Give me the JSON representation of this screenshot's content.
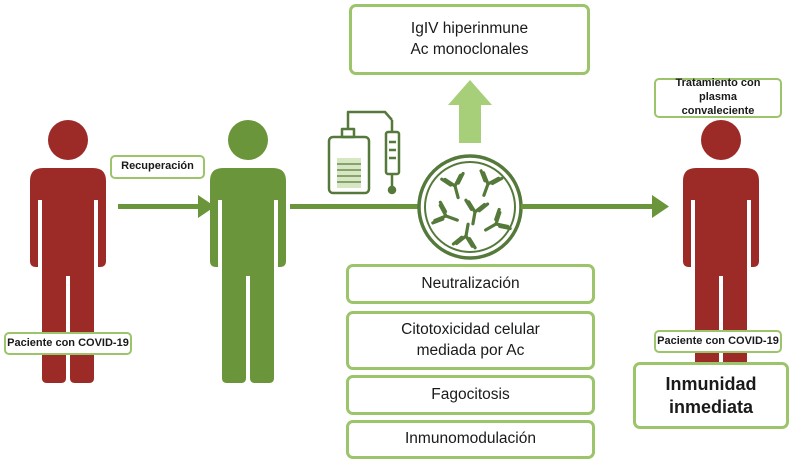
{
  "labels": {
    "recovery": "Recuperación",
    "patient_left": "Paciente con COVID-19",
    "patient_right": "Paciente con COVID-19",
    "plasma_treatment": "Tratamiento con plasma convaleciente",
    "top_box_line1": "IgIV hiperinmune",
    "top_box_line2": "Ac monoclonales",
    "mechanisms": [
      {
        "line1": "Neutralización",
        "line2": ""
      },
      {
        "line1": "Citotoxicidad celular",
        "line2": "mediada por Ac"
      },
      {
        "line1": "Fagocitosis",
        "line2": ""
      },
      {
        "line1": "Inmunomodulación",
        "line2": ""
      }
    ],
    "immunity_line1": "Inmunidad",
    "immunity_line2": "inmediata"
  },
  "colors": {
    "sick": "#9c2a27",
    "recovered": "#6b953b",
    "border": "#9cc46a",
    "up_arrow": "#a7cf79",
    "equipment": "#55793a"
  },
  "icons": [
    "person-icon",
    "arrow-right-icon",
    "blood-bag-icon",
    "antibody-circle-icon",
    "arrow-up-icon"
  ]
}
